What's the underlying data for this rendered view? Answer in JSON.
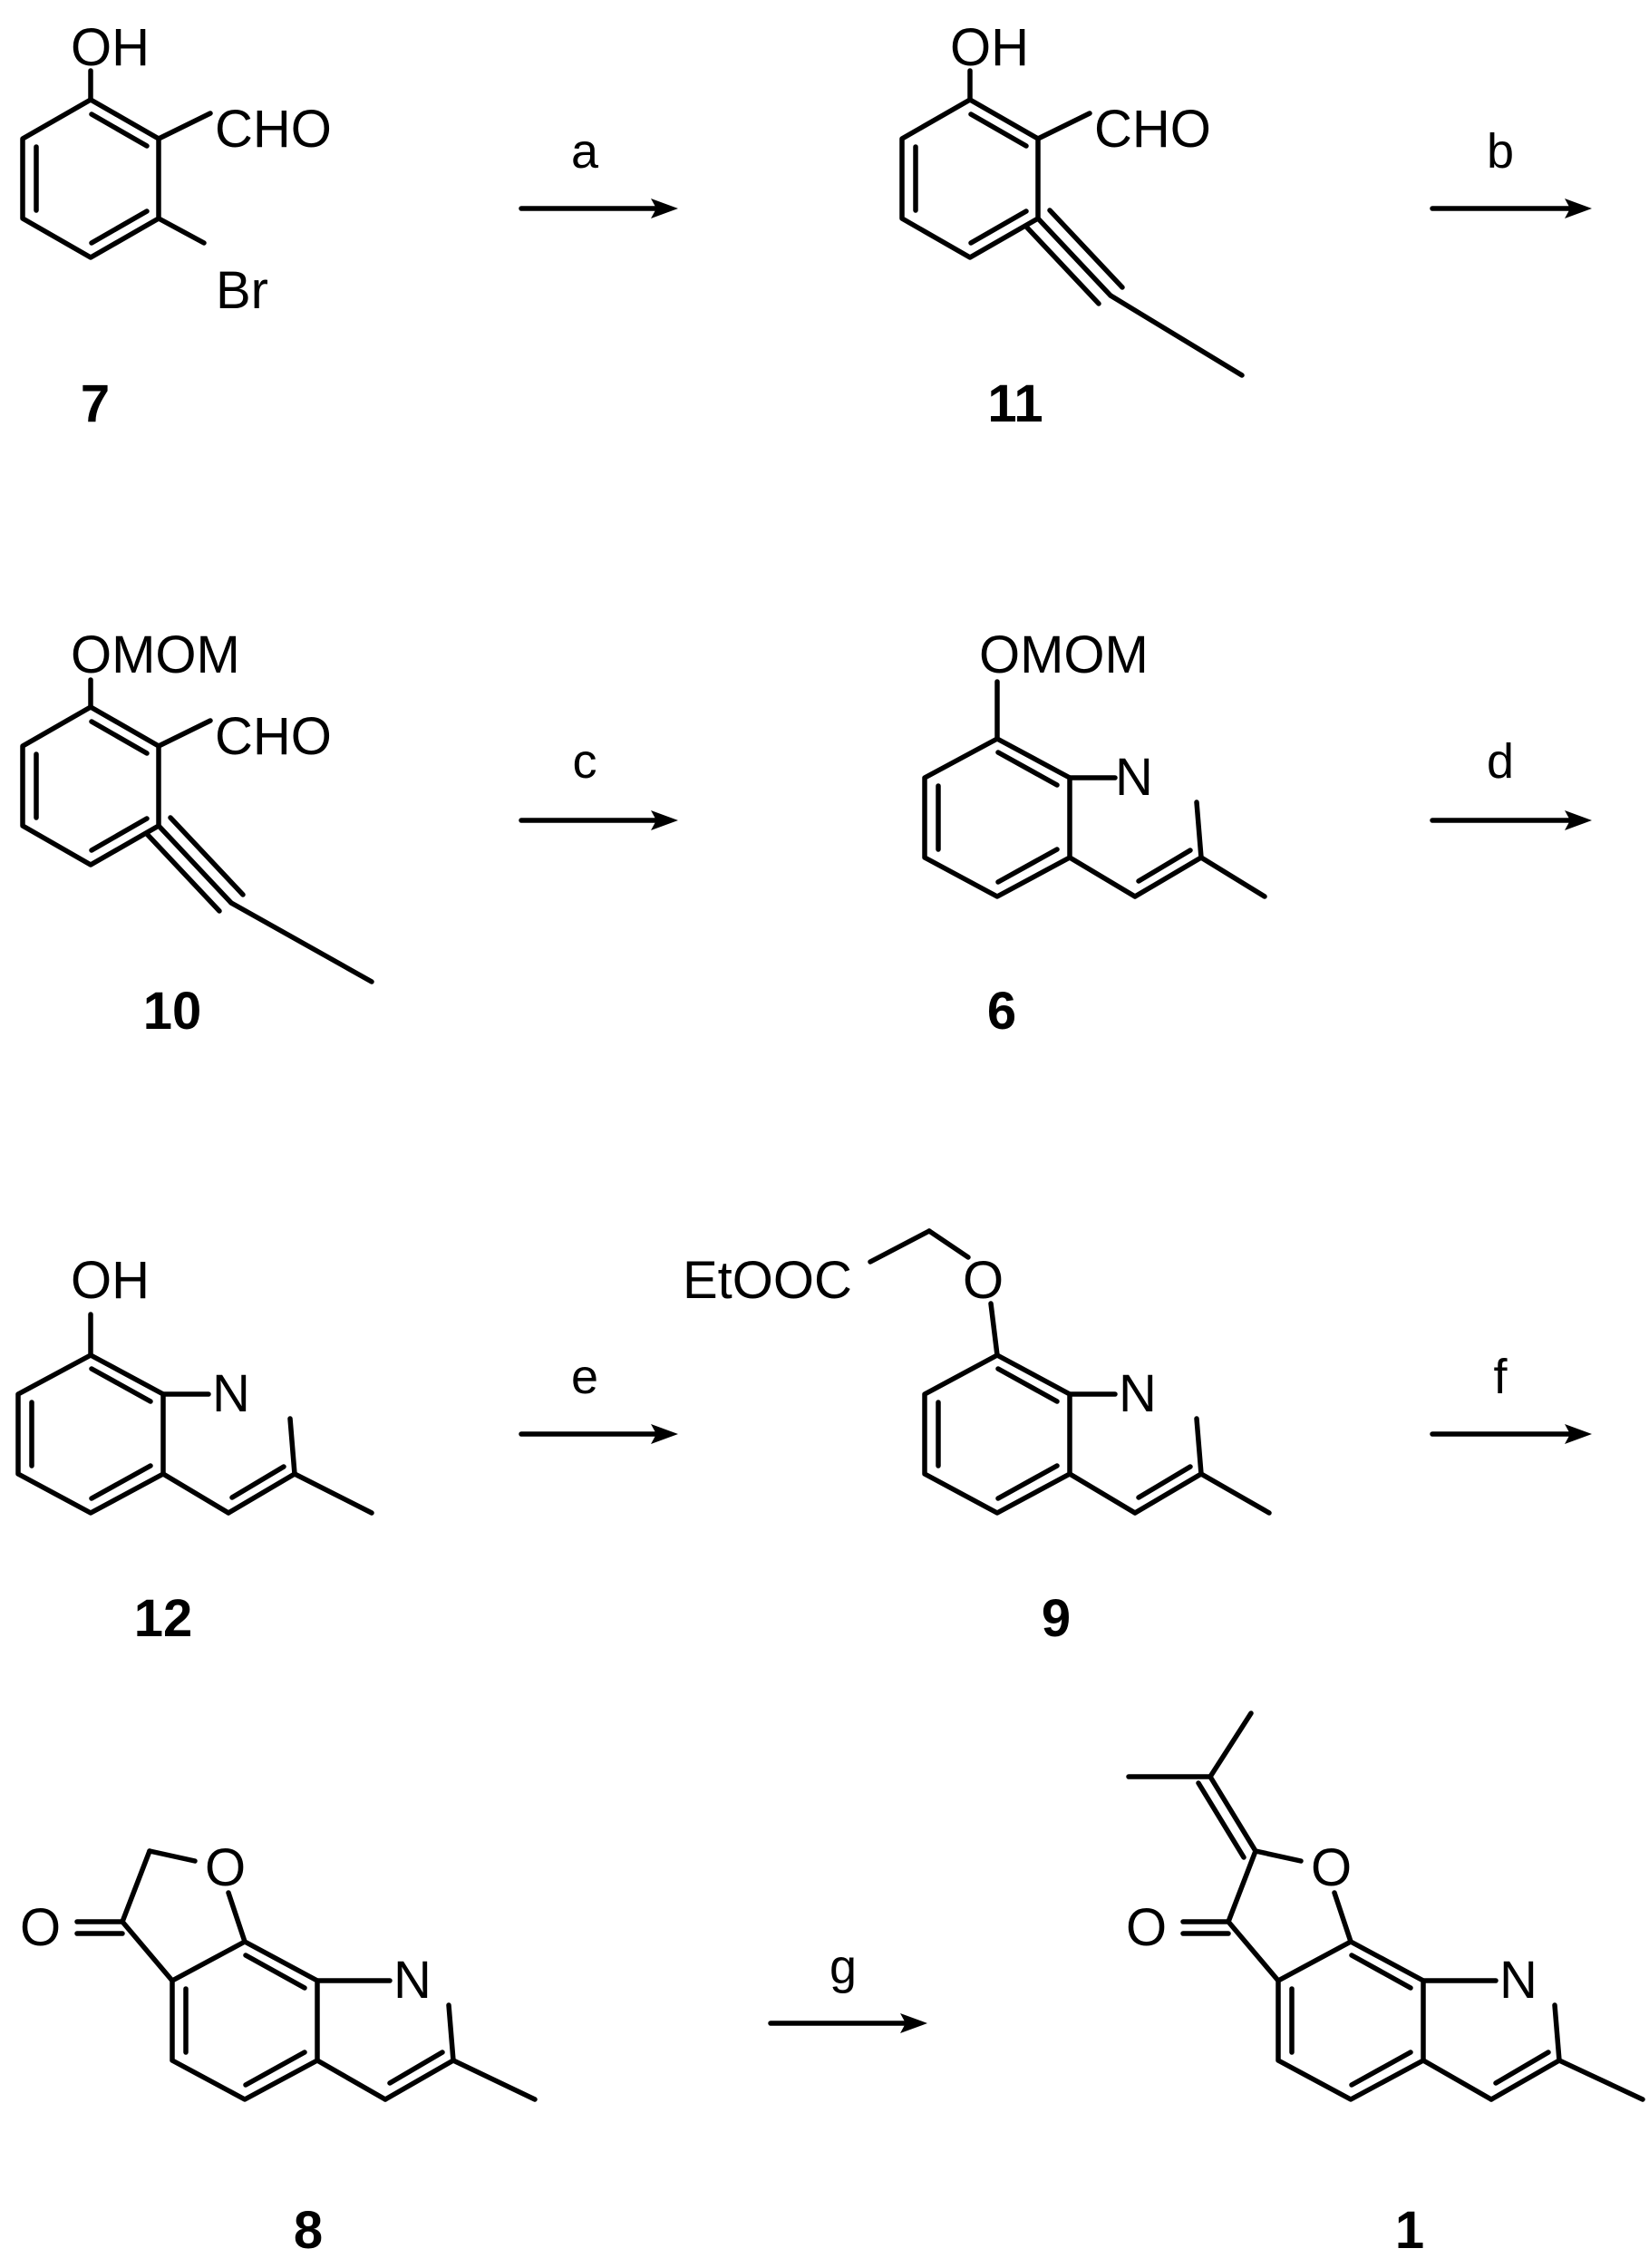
{
  "compounds": {
    "c7": {
      "label": "7",
      "atoms": {
        "oh": "OH",
        "cho": "CHO",
        "br": "Br"
      }
    },
    "c11": {
      "label": "11",
      "atoms": {
        "oh": "OH",
        "cho": "CHO"
      }
    },
    "c10": {
      "label": "10",
      "atoms": {
        "omom": "OMOM",
        "cho": "CHO"
      }
    },
    "c6": {
      "label": "6",
      "atoms": {
        "omom": "OMOM",
        "n": "N"
      }
    },
    "c12": {
      "label": "12",
      "atoms": {
        "oh": "OH",
        "n": "N"
      }
    },
    "c9": {
      "label": "9",
      "atoms": {
        "ester": "EtOOC",
        "o": "O",
        "n": "N"
      }
    },
    "c8": {
      "label": "8",
      "atoms": {
        "ring_o": "O",
        "keto_o": "O",
        "n": "N"
      }
    },
    "c1": {
      "label": "1",
      "atoms": {
        "ring_o": "O",
        "keto_o": "O",
        "n": "N"
      }
    }
  },
  "steps": [
    {
      "label": "a"
    },
    {
      "label": "b"
    },
    {
      "label": "c"
    },
    {
      "label": "d"
    },
    {
      "label": "e"
    },
    {
      "label": "f"
    },
    {
      "label": "g"
    }
  ]
}
